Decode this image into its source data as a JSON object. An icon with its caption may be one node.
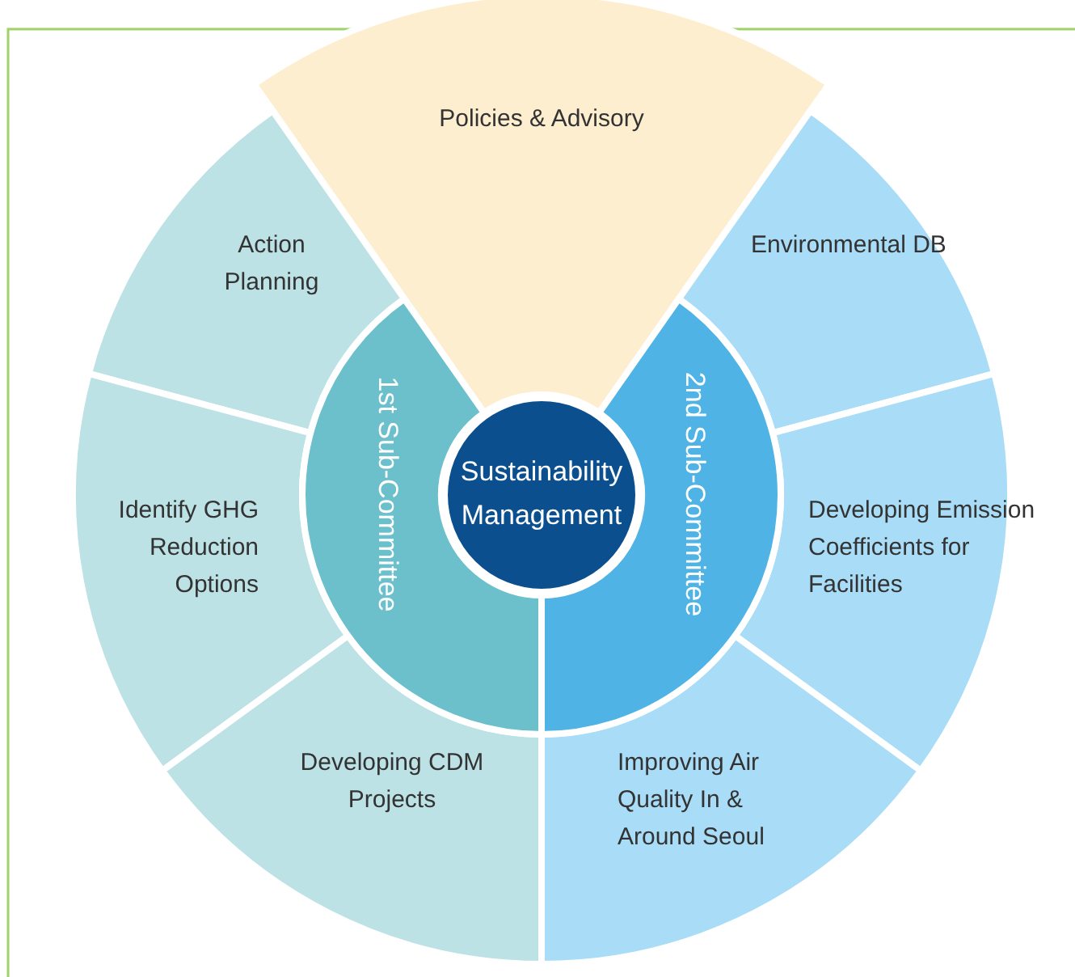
{
  "diagram": {
    "nodes": [
      {
        "text": [
          "Sustainability Management"
        ]
      },
      {
        "text": [
          "1st Sub-Committee"
        ]
      },
      {
        "text": [
          "2nd Sub-Committee"
        ]
      },
      {
        "text": [
          "Policies & Advisory"
        ]
      },
      {
        "text": [
          "Action Planning"
        ]
      },
      {
        "text": [
          "Identify GHG Reduction Options"
        ]
      },
      {
        "text": [
          "Developing CDM Projects"
        ]
      },
      {
        "text": [
          "Environmental DB"
        ]
      },
      {
        "text": [
          "Developing Emission Coefficients for Facilities"
        ]
      },
      {
        "text": [
          "Improving Air Quality In & Around Seoul"
        ]
      }
    ]
  }
}
